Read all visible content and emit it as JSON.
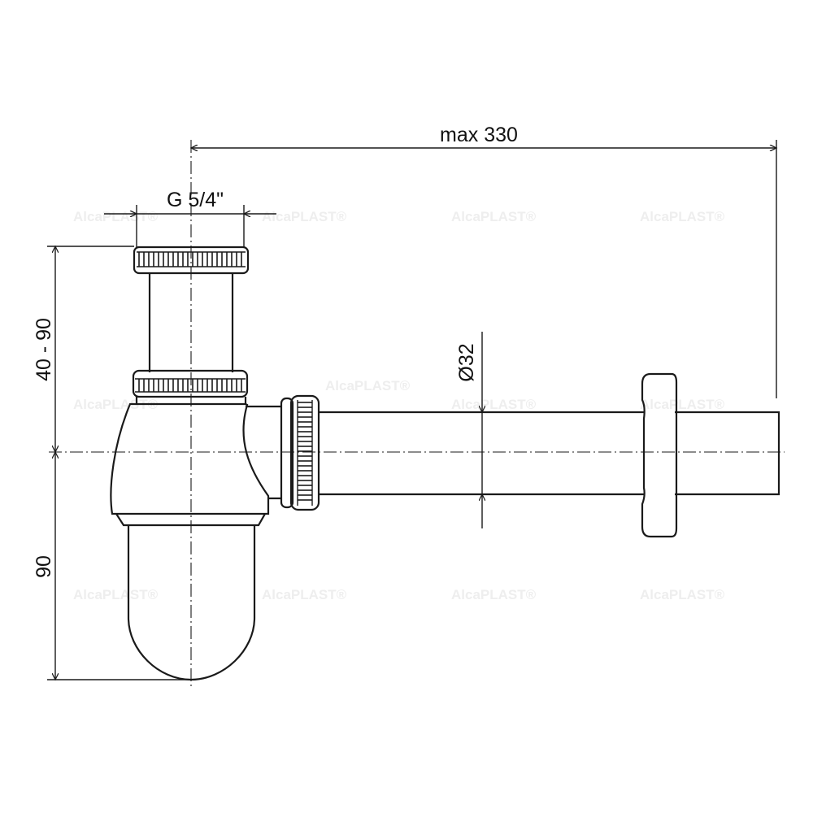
{
  "dimensions": {
    "overall_length": "max 330",
    "thread": "G 5/4\"",
    "inlet_height": "40 - 90",
    "trap_depth": "90",
    "pipe_diameter": "Ø32"
  },
  "watermark": "AlcaPLAST®",
  "colors": {
    "line": "#1a1a1a",
    "watermark": "#eeeeee"
  }
}
